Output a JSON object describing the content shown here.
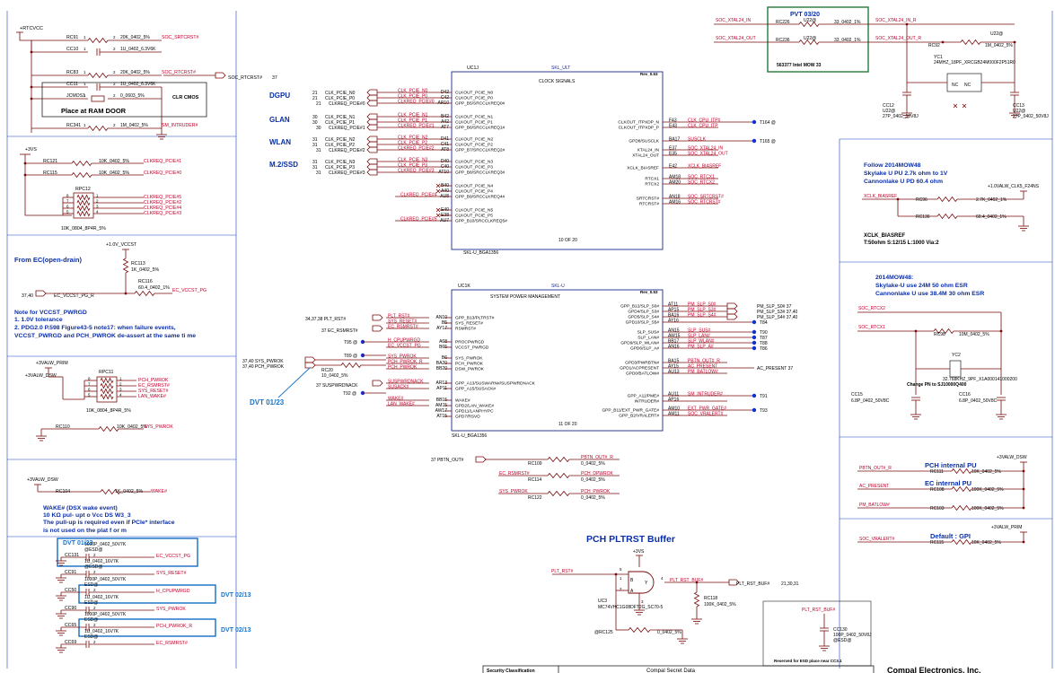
{
  "colors": {
    "wire": "#7a0a0a",
    "text": "#000000",
    "net": "#c0002a",
    "blue": "#0b2fa8",
    "frame": "#0060c0",
    "dvt": "#1a73c9",
    "green": "#237a3b"
  },
  "top_left": {
    "rail": "+RTCVCC",
    "r1": {
      "ref": "RC91",
      "val": "20K_0402_5%",
      "net": "SOC_SRTCRST#",
      "p1": "1",
      "p2": "2"
    },
    "c1": {
      "ref": "CC10",
      "val": "1U_0402_6.3V6K",
      "p1": "1",
      "p2": "2"
    },
    "r2": {
      "ref": "RC83",
      "val": "20K_0402_5%",
      "net": "SOC_RTCRST#",
      "p1": "1",
      "p2": "2"
    },
    "c2": {
      "ref": "CC11",
      "val": "1U_0402_6.3V6K",
      "p1": "1",
      "p2": "2"
    },
    "jumper": {
      "ref": "JCMOS1",
      "val": "0_0603_5%",
      "p1": "1",
      "p2": "2"
    },
    "clr_label": "CLR CMOS",
    "ram_door": "Place at RAM DOOR",
    "r3": {
      "ref": "RC341",
      "val": "1M_0402_5%",
      "net": "SM_INTRUDER#",
      "p1": "1",
      "p2": "2"
    },
    "offpage": {
      "net": "SOC_RTCRST#",
      "sheet": "37"
    }
  },
  "clkreq": {
    "rail": "+3VS",
    "r1": {
      "ref": "RC121",
      "val": "10K_0402_5%",
      "net": "CLKREQ_PCIE#1"
    },
    "r2": {
      "ref": "RC115",
      "val": "10K_0402_5%",
      "net": "CLKREQ_PCIE#0"
    },
    "rpack": {
      "ref": "RPC12",
      "val": "10K_0804_8P4R_5%"
    },
    "nets": [
      "CLKREQ_PCIE#5",
      "CLKREQ_PCIE#2",
      "CLKREQ_PCIE#4",
      "CLKREQ_PCIE#3"
    ],
    "pins_l": [
      "8",
      "7",
      "6",
      "5"
    ],
    "pins_r": [
      "1",
      "2",
      "3",
      "4"
    ]
  },
  "vccst": {
    "rail": "+1.0V_VCCST",
    "from": "From EC(open-drain)",
    "r1": {
      "ref": "RC113",
      "val": "1K_0402_5%"
    },
    "r2": {
      "ref": "RC116",
      "val": "60.4_0402_1%"
    },
    "sheet": "37,40",
    "net_in": "EC_VCCST_PG_R",
    "net_out": "EC_VCCST_PG",
    "note1": "Note for VCCST_PWRGD",
    "note2": "1. 1.0V tolerance",
    "note3": "2. PDG2.0 P.598 Figure43-5 note17: when failure events,",
    "note4": "VCCST_PWRGD and PCH_PWROK de-assert at the same ti me"
  },
  "dsw": {
    "rail": "+3VALW_DSW",
    "rail2": "+3VALW_PRIM",
    "rpack": {
      "ref": "RPC11",
      "val": "10K_0804_8P4R_5%"
    },
    "nets": [
      "PCH_PWROK",
      "EC_RSMRST#",
      "SYS_RESET#",
      "LAN_WAKE#"
    ],
    "pins_l": [
      "8",
      "7",
      "6",
      "5"
    ],
    "pins_r": [
      "1",
      "2",
      "3",
      "4"
    ],
    "r1": {
      "ref": "RC110",
      "val": "10K_0402_5%",
      "net": "SYS_PWROK"
    }
  },
  "wake": {
    "rail": "+3VALW_DSW",
    "r": {
      "ref": "RC104",
      "val": "1K_0402_5%",
      "net": "WAKE#"
    },
    "note1": "WAKE# (DSX wake event)",
    "note2": "10 KΩ pul- upt o Vcc DS W3_3",
    "note3": "The pull-up is required even if PCIe* interface",
    "note4": "is not used on the plat f or m"
  },
  "esd": {
    "dvt1": "DVT 01/23",
    "dvt2": "DVT 02/13",
    "dvt3": "DVT 02/13",
    "items": [
      {
        "ref": "CC131",
        "val": "1000P_0402_50V7K",
        "net": "EC_VCCST_PG",
        "tag": "@ESD@",
        "pin": "2"
      },
      {
        "ref": "CC91",
        "val": "1U_0402_16V7K",
        "net": "SYS_RESET#",
        "tag": "@ESD@",
        "pin": "2"
      },
      {
        "ref": "CC50",
        "val": "1000P_0402_50V7K",
        "net": "H_CPUPWRGD",
        "tag": "ESD@",
        "pin": "2"
      },
      {
        "ref": "CC90",
        "val": "1U_0402_16V7K",
        "net": "SYS_PWROK",
        "tag": "ESD@",
        "pin": "2"
      },
      {
        "ref": "CC65",
        "val": "1000P_0402_50V7K",
        "net": "PCH_PWROK_R",
        "tag": "ESD@",
        "pin": "2"
      },
      {
        "ref": "CC69",
        "val": "1U_0402_16V7K",
        "net": "EC_RSMRST#",
        "tag": "ESD@",
        "pin": "2"
      }
    ]
  },
  "uc1j": {
    "ref": "UC1J",
    "title": "SKL_ULT",
    "rev": "Rev_0.53",
    "section": "CLOCK SIGNALS",
    "page": "10 OF 20",
    "part": "SKL-U_BGA1356",
    "groups": [
      {
        "label": "DGPU",
        "sheet": "21",
        "nets": [
          "CLK_PCIE_N0",
          "CLK_PCIE_P0",
          "CLKREQ_PCIE#0"
        ],
        "pins": [
          "D42",
          "C42",
          "AR10"
        ],
        "sigs": [
          "CLKOUT_PCIE_N0",
          "CLKOUT_PCIE_P0",
          "GPP_B5/SRCCLKREQ0#"
        ]
      },
      {
        "label": "GLAN",
        "sheet": "30",
        "nets": [
          "CLK_PCIE_N1",
          "CLK_PCIE_P1",
          "CLKREQ_PCIE#1"
        ],
        "pins": [
          "B42",
          "A42",
          "AT7"
        ],
        "sigs": [
          "CLKOUT_PCIE_N1",
          "CLKOUT_PCIE_P1",
          "GPP_B6/SRCCLKREQ1#"
        ]
      },
      {
        "label": "WLAN",
        "sheet": "31",
        "nets": [
          "CLK_PCIE_N2",
          "CLK_PCIE_P2",
          "CLKREQ_PCIE#2"
        ],
        "pins": [
          "D41",
          "C41",
          "AT8"
        ],
        "sigs": [
          "CLKOUT_PCIE_N2",
          "CLKOUT_PCIE_P2",
          "GPP_B7/SRCCLKREQ2#"
        ]
      },
      {
        "label": "M.2/SSD",
        "sheet": "31",
        "nets": [
          "CLK_PCIE_N3",
          "CLK_PCIE_P3",
          "CLKREQ_PCIE#3"
        ],
        "pins": [
          "D40",
          "C40",
          "AT10"
        ],
        "sigs": [
          "CLKOUT_PCIE_N3",
          "CLKOUT_PCIE_P3",
          "GPP_B8/SRCCLKREQ3#"
        ]
      }
    ],
    "extra": [
      {
        "pin": "B40",
        "sig": "CLKOUT_PCIE_N4",
        "net": ""
      },
      {
        "pin": "A40",
        "sig": "CLKOUT_PCIE_P4",
        "net": ""
      },
      {
        "pin": "AU8",
        "sig": "GPP_B9/SRCCLKREQ4#",
        "net": "CLKREQ_PCIE#4"
      },
      {
        "pin": "E40",
        "sig": "CLKOUT_PCIE_N5",
        "net": ""
      },
      {
        "pin": "E38",
        "sig": "CLKOUT_PCIE_P5",
        "net": ""
      },
      {
        "pin": "AU7",
        "sig": "GPP_B10/SRCCLKREQ5#",
        "net": "CLKREQ_PCIE#5"
      }
    ],
    "right": [
      {
        "pin": "F43",
        "sig": "CLKOUT_ITPXDP_N",
        "net": "CLK_CPU_ITP#",
        "tp": "T164 @"
      },
      {
        "pin": "E43",
        "sig": "CLKOUT_ITPXDP_P",
        "net": "CLK_CPU_ITP",
        "tp": ""
      },
      {
        "pin": "BA17",
        "sig": "GPD8/SUSCLK",
        "net": "SUSCLK",
        "tp": "T165 @"
      },
      {
        "pin": "E37",
        "sig": "XTAL24_IN",
        "net": "SOC_XTAL24_IN",
        "tp": ""
      },
      {
        "pin": "E35",
        "sig": "XTAL24_OUT",
        "net": "SOC_XTAL24_OUT",
        "tp": ""
      },
      {
        "pin": "E42",
        "sig": "XCLK_BIASREF",
        "net": "XCLK_BIASREF",
        "tp": ""
      },
      {
        "pin": "AM18",
        "sig": "RTCX1",
        "net": "SOC_RTCX1",
        "tp": ""
      },
      {
        "pin": "AM20",
        "sig": "RTCX2",
        "net": "SOC_RTCX2",
        "tp": ""
      },
      {
        "pin": "AN18",
        "sig": "SRTCRST#",
        "net": "SOC_SRTCRST#",
        "tp": ""
      },
      {
        "pin": "AM16",
        "sig": "RTCRST#",
        "net": "SOC_RTCRST#",
        "tp": ""
      }
    ]
  },
  "uc1k": {
    "ref": "UC1K",
    "title": "SKL-U",
    "rev": "Rev_0.53",
    "section": "SYSTEM POWER MANAGEMENT",
    "page": "11 OF 20",
    "part": "SKL-U_BGA1356",
    "left": [
      {
        "pin": "AN10",
        "sig": "GPP_B13/PLTRST#",
        "net": "PLT_RST#"
      },
      {
        "pin": "B5",
        "sig": "SYS_RESET#",
        "net": "SYS_RESET#"
      },
      {
        "pin": "AY17",
        "sig": "RSMRST#",
        "net": "EC_RSMRST#"
      },
      {
        "pin": "A68",
        "sig": "PROCPWRGD",
        "net": "H_CPUPWRGD"
      },
      {
        "pin": "B65",
        "sig": "VCCST_PWRGD",
        "net": "EC_VCCST_PG"
      },
      {
        "pin": "B6",
        "sig": "SYS_PWROK",
        "net": "SYS_PWROK"
      },
      {
        "pin": "BA20",
        "sig": "PCH_PWROK",
        "net": "PCH_PWROK_R"
      },
      {
        "pin": "BB20",
        "sig": "DSW_PWROK",
        "net": "PCH_PWROK"
      },
      {
        "pin": "AR13",
        "sig": "GPP_A13/SUSWARN#/SUSPWRDNACK",
        "net": "SUSPWRDNACK"
      },
      {
        "pin": "AP11",
        "sig": "GPP_A15/SUSACK#",
        "net": "SUSACK#"
      },
      {
        "pin": "BB15",
        "sig": "WAKE#",
        "net": "WAKE#"
      },
      {
        "pin": "AM15",
        "sig": "GPD2/LAN_WAKE#",
        "net": "LAN_WAKE#"
      },
      {
        "pin": "AW17",
        "sig": "GPD11/LANPHYPC",
        "net": ""
      },
      {
        "pin": "AT15",
        "sig": "GPD7/RSVD",
        "net": ""
      }
    ],
    "right": [
      {
        "pin": "AT11",
        "sig": "GPP_B12/SLP_S0#",
        "net": "PM_SLP_S0#",
        "tp": "PM_SLP_S0# 37"
      },
      {
        "pin": "AP15",
        "sig": "GPD4/SLP_S3#",
        "net": "PM_SLP_S3#",
        "tp": "PM_SLP_S3# 37,40"
      },
      {
        "pin": "BA16",
        "sig": "GPD5/SLP_S4#",
        "net": "PM_SLP_S4#",
        "tp": "PM_SLP_S4# 37,40"
      },
      {
        "pin": "AY16",
        "sig": "GPD10/SLP_S5#",
        "net": "",
        "tp": "T84"
      },
      {
        "pin": "AN15",
        "sig": "SLP_SUS#",
        "net": "SLP_SUS#",
        "tp": "T90"
      },
      {
        "pin": "AW15",
        "sig": "SLP_LAN#",
        "net": "SLP_LAN#",
        "tp": "T87"
      },
      {
        "pin": "BB17",
        "sig": "GPD9/SLP_WLAN#",
        "net": "SLP_WLAN#",
        "tp": "T88"
      },
      {
        "pin": "AN16",
        "sig": "GPD6/SLP_A#",
        "net": "PM_SLP_A#",
        "tp": "T86"
      },
      {
        "pin": "BA15",
        "sig": "GPD3/PWRBTN#",
        "net": "PBTN_OUT#_R",
        "tp": ""
      },
      {
        "pin": "AY15",
        "sig": "GPD1/ACPRESENT",
        "net": "AC_PRESENT",
        "tp": "AC_PRESENT 37"
      },
      {
        "pin": "AU13",
        "sig": "GPD0/BATLOW#",
        "net": "PM_BATLOW#",
        "tp": ""
      },
      {
        "pin": "AU11",
        "sig": "GPP_A11/PME#",
        "net": "SM_INTRUDER#",
        "tp": "T91"
      },
      {
        "pin": "AP16",
        "sig": "INTRUDER#",
        "net": "",
        "tp": ""
      },
      {
        "pin": "AM10",
        "sig": "GPP_B11/EXT_PWR_GATE#",
        "net": "EXT_PWR_GATE#",
        "tp": "T93"
      },
      {
        "pin": "AM11",
        "sig": "GPP_B2/VRALERT#",
        "net": "SOC_VRALERT#",
        "tp": ""
      }
    ],
    "left_ext": {
      "plt": "34,37,38 PLT_RST#",
      "rsm": "37 EC_RSMRST#",
      "t95": "T95 @",
      "t89": "T89 @",
      "sys_pwrok": "37,40 SYS_PWROK",
      "pch_pwrok": "37,40 PCH_PWROK",
      "rc20": "RC20",
      "rc20v": "10_0402_5%",
      "susp": "37 SUSPWRDNACK",
      "t92": "T92 @",
      "dvt": "DVT 01/23"
    }
  },
  "series_r": [
    {
      "ref": "RC109",
      "val": "0_0402_5%",
      "net_in": "37 PBTN_OUT#",
      "net_out": "PBTN_OUT#_R"
    },
    {
      "ref": "RC114",
      "val": "0_0402_5%",
      "net_in": "EC_RSMRST#",
      "net_out": "PCH_DPWROK"
    },
    {
      "ref": "RC122",
      "val": "0_0402_5%",
      "net_in": "SYS_PWROK",
      "net_out": "PCH_PWROK"
    }
  ],
  "buffer": {
    "title": "PCH PLTRST Buffer",
    "rail": "+3VS",
    "ref": "UC3",
    "part": "MC74VHC1G08DFT2G_SC70-5",
    "in": "PLT_RST#",
    "out": "PLT_RST_BUF#",
    "sheets": "21,30,31",
    "r": {
      "ref": "RC118",
      "val": "100K_0402_5%"
    },
    "r2": {
      "ref": "@RC125",
      "val": "0_0402_5%"
    },
    "pins": {
      "b": "B",
      "a": "A",
      "y": "Y",
      "p1": "1",
      "p2": "2",
      "p4": "4",
      "p5": "5",
      "p3": "3",
      "g": "G",
      "p": "P"
    },
    "cap": {
      "net": "PLT_RST_BUF#",
      "ref": "CC130",
      "val": "100P_0402_50V8J",
      "tag": "@ESD@"
    },
    "esd_note": "Reserved for ESD place near CC3.1"
  },
  "pvt": {
    "label": "PVT 03/20",
    "text": "563377 Intel MOW 33"
  },
  "xtal": {
    "rc226": "RC226",
    "rc226v": "33_0402_1%",
    "rc236": "RC236",
    "rc236v": "33_0402_1%",
    "n_in": "SOC_XTAL24_IN",
    "n_out": "SOC_XTAL24_OUT",
    "n_in_r": "SOC_XTAL24_IN_R",
    "n_out_r": "SOC_XTAL24_OUT_R",
    "u22": "U22@",
    "u22b": "U22@",
    "rc92": "RC92",
    "rc92v": "1M_0402_5%",
    "yc1": "YC1",
    "yc1v": "24MHZ_18PF_XRCGB24M000F2P51R0",
    "cc12": "CC12",
    "cc12b": "U22@",
    "cc12v": "27P_0402_50V8J",
    "cc13": "CC13",
    "cc13b": "U22@",
    "cc13v": "27P_0402_50V8J",
    "nc": "NC"
  },
  "biasref": {
    "note1": "Follow 2014MOW48",
    "note2": "Skylake U PU 2.7k ohm to 1V",
    "note3": "Cannonlake U PD 60.4 ohm",
    "net": "XCLK_BIASREF",
    "rail": "+1.0VALW_CLK5_F24NS",
    "r1": {
      "ref": "RC96",
      "val": "2.7K_0402_1%"
    },
    "r2": {
      "ref": "RC136",
      "val": "60.4_0402_1%"
    },
    "spec1": "XCLK_BIASREF",
    "spec2": "T:50ohm S:12/15 L:1000 Via:2"
  },
  "rtc": {
    "note1": "2014MOW48:",
    "note2": "Skylake-U use 24M 50 ohm ESR",
    "note3": "Cannonlake U use 38.4M 30 ohm ESR",
    "n1": "SOC_RTCX2",
    "n2": "SOC_RTCX1",
    "r": {
      "ref": "RC98",
      "val": "10M_0402_5%"
    },
    "yc2": "YC2",
    "yc2v": "32.768KHZ_9PF_X1A000141000200",
    "change": "Change PN to SJ10000Q400",
    "cc15": {
      "ref": "CC15",
      "val": "6.8P_0402_50V8C"
    },
    "cc16": {
      "ref": "CC16",
      "val": "6.8P_0402_50V8C"
    }
  },
  "internal_pu": {
    "rail": "+3VALW_DSW",
    "rail2": "+3VALW_PRIM",
    "rows": [
      {
        "net": "PBTN_OUT#_R",
        "ref": "RC111",
        "val": "10K_0402_5%",
        "note": "PCH internal PU"
      },
      {
        "net": "AC_PRESENT",
        "ref": "RC108",
        "val": "100K_0402_5%",
        "note": "EC internal PU"
      },
      {
        "net": "PM_BATLOW#",
        "ref": "RC103",
        "val": "100K_0402_5%",
        "note": ""
      },
      {
        "net": "SOC_VRALERT#",
        "ref": "RC115",
        "val": "10K_0402_5%",
        "note": "Default : GPI"
      }
    ]
  },
  "footer": {
    "sec": "Security Classification",
    "secret": "Compal Secret Data",
    "company": "Compal Electronics, Inc."
  }
}
